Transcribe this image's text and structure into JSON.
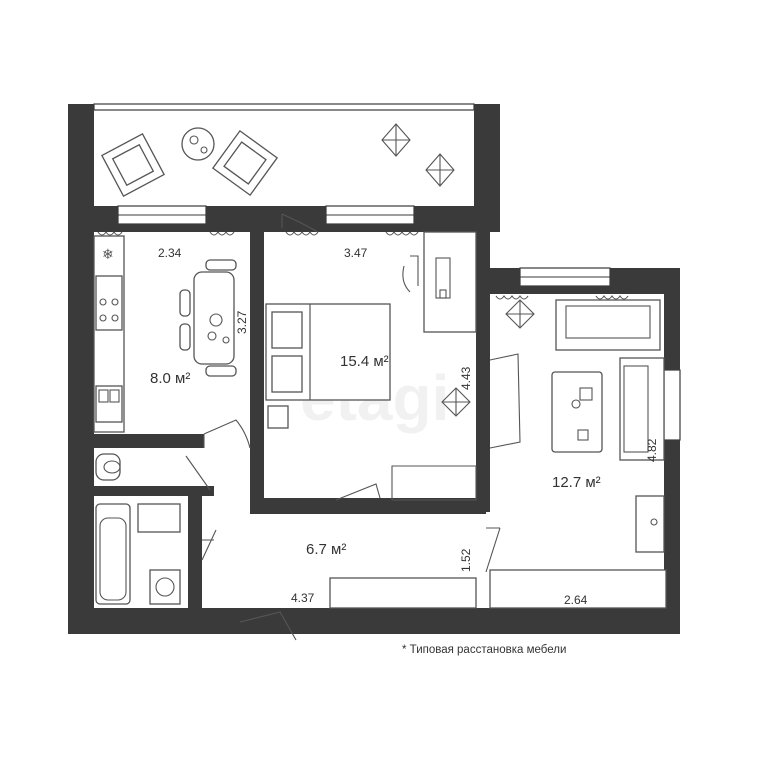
{
  "plan": {
    "watermark": "etagi",
    "footnote": "* Типовая расстановка мебели",
    "rooms": [
      {
        "id": "kitchen",
        "area": "8.0 м²",
        "width": "2.34",
        "depth": "3.27"
      },
      {
        "id": "bedroom",
        "area": "15.4 м²",
        "width": "3.47",
        "depth": "4.43"
      },
      {
        "id": "living",
        "area": "12.7 м²",
        "width": "2.64",
        "depth": "4.82"
      },
      {
        "id": "hall",
        "area": "6.7 м²",
        "width": "4.37",
        "depth": "1.52"
      }
    ]
  },
  "colors": {
    "wall": "#3a3a3a",
    "furniture_stroke": "#555555",
    "background": "#ffffff"
  }
}
